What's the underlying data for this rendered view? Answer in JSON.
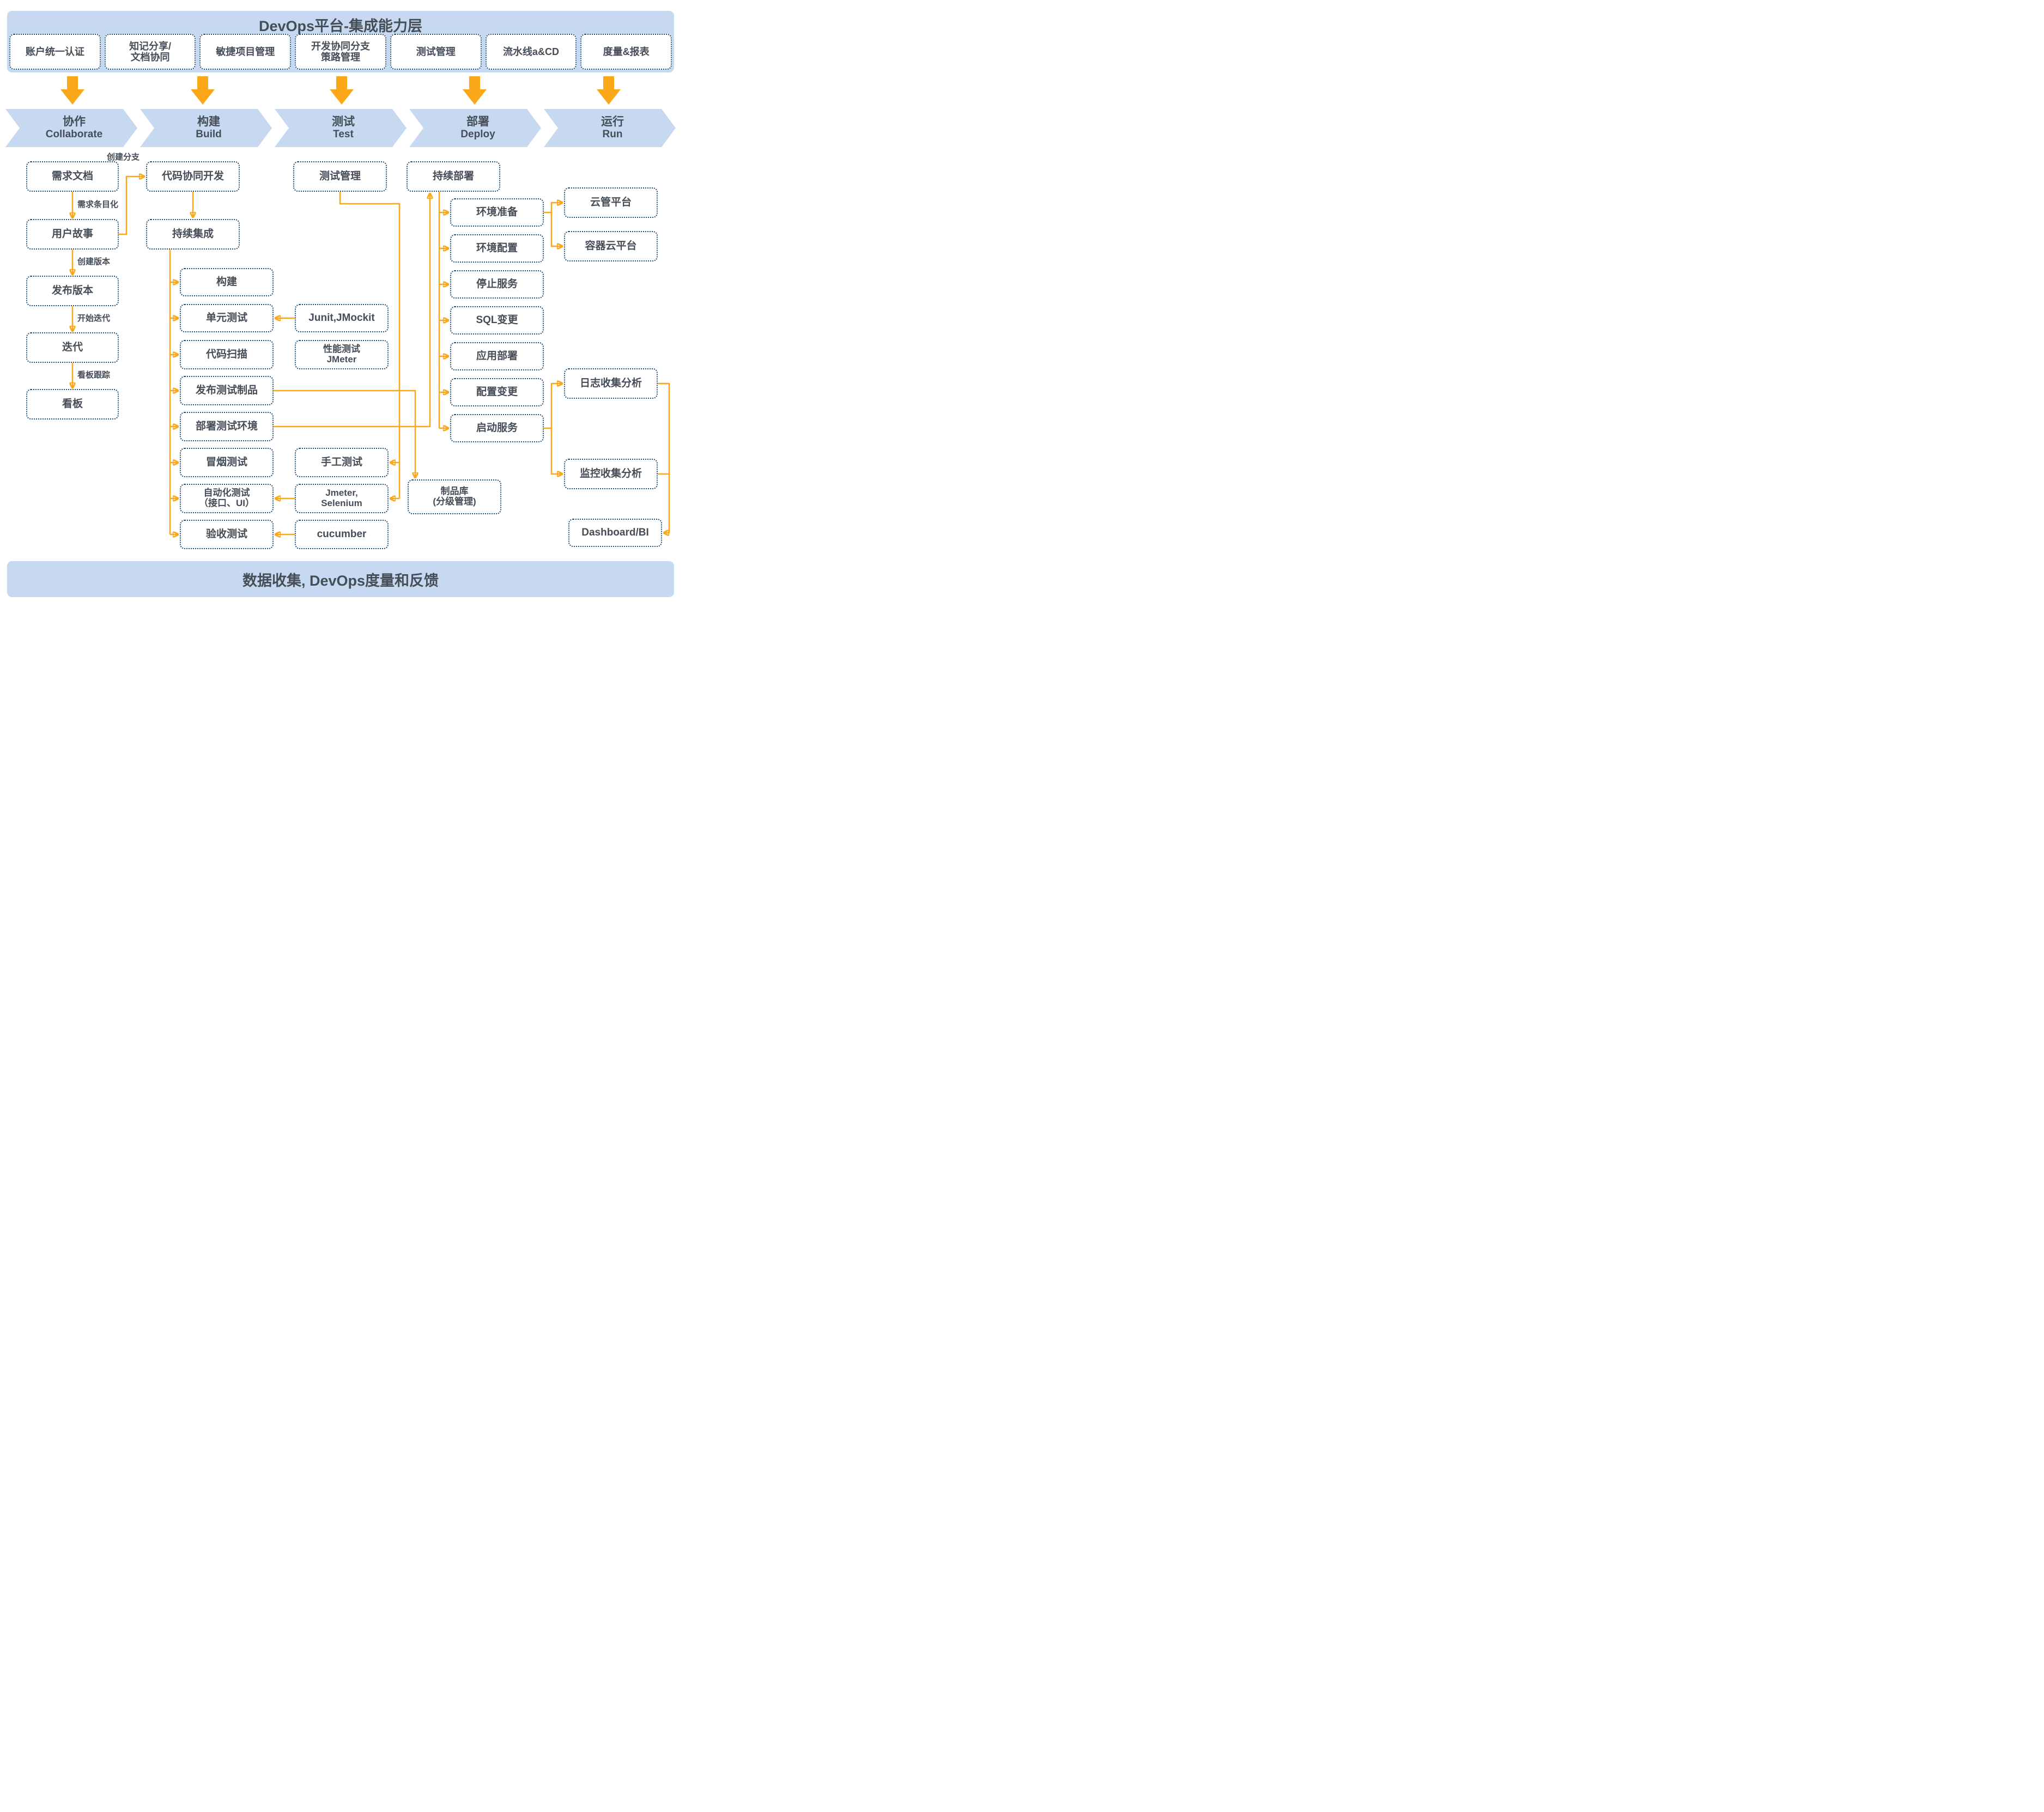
{
  "header": {
    "title": "DevOps平台-集成能力层",
    "capabilities": [
      "账户统一认证",
      "知记分享/\n文档协同",
      "敏捷项目管理",
      "开发协同分支\n策路管理",
      "测试管理",
      "流水线a&CD",
      "度量&报表"
    ]
  },
  "stages": [
    {
      "zh": "协作",
      "en": "Collaborate"
    },
    {
      "zh": "构建",
      "en": "Build"
    },
    {
      "zh": "测试",
      "en": "Test"
    },
    {
      "zh": "部署",
      "en": "Deploy"
    },
    {
      "zh": "运行",
      "en": "Run"
    }
  ],
  "nodes": {
    "req_doc": "需求文档",
    "user_story": "用户故事",
    "release_version": "发布版本",
    "iteration": "迭代",
    "kanban": "看板",
    "code_collab": "代码协同开发",
    "ci": "持续集成",
    "build": "构建",
    "unit_test": "单元测试",
    "code_scan": "代码扫描",
    "publish_artifact": "发布测试制品",
    "deploy_test_env": "部署测试环境",
    "smoke_test": "冒烟测试",
    "auto_test": "自动化测试\n（接口、UI）",
    "acceptance_test": "验收测试",
    "test_mgmt": "测试管理",
    "junit": "Junit,JMockit",
    "perf_test": "性能测试\nJMeter",
    "manual_test": "手工测试",
    "jmeter_selenium": "Jmeter,\nSelenium",
    "cucumber": "cucumber",
    "cd": "持续部署",
    "env_prep": "环境准备",
    "env_config": "环境配置",
    "stop_service": "停止服务",
    "sql_change": "SQL变更",
    "app_deploy": "应用部署",
    "config_change": "配置变更",
    "start_service": "启动服务",
    "artifact_repo": "制品库\n(分级管理)",
    "cloud_mgmt": "云管平台",
    "container_cloud": "容器云平台",
    "log_analysis": "日志收集分析",
    "monitor_analysis": "监控收集分析",
    "dashboard": "Dashboard/BI"
  },
  "edge_labels": {
    "create_branch": "创建分支",
    "itemize_requirements": "需求条目化",
    "create_version": "创建版本",
    "start_iteration": "开始迭代",
    "kanban_tracking": "看板跟踪"
  },
  "footer": {
    "title": "数据收集, DevOps度量和反馈"
  },
  "colors": {
    "accent_orange": "#FAA819",
    "panel_blue": "#C6D9F1",
    "border_navy": "#1C4E79",
    "text_dark": "#454D57"
  }
}
